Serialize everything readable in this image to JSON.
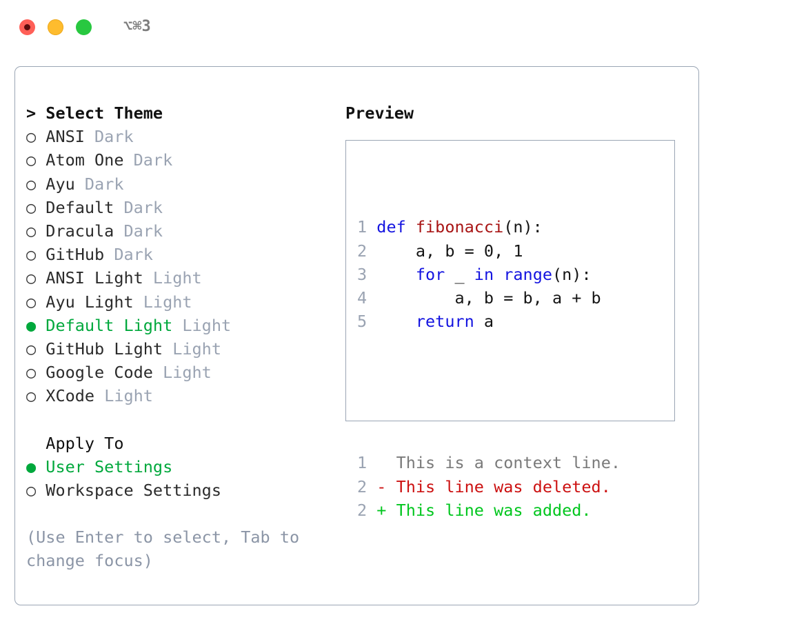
{
  "titlebar": {
    "shortcut": "⌥⌘3",
    "lights": [
      {
        "name": "close",
        "color": "#ff5f57"
      },
      {
        "name": "minimize",
        "color": "#febc2e"
      },
      {
        "name": "maximize",
        "color": "#28c840"
      }
    ]
  },
  "theme_section": {
    "header": "> Select Theme",
    "items": [
      {
        "marker": "○",
        "label": "ANSI",
        "suffix": "Dark",
        "selected": false
      },
      {
        "marker": "○",
        "label": "Atom One",
        "suffix": "Dark",
        "selected": false
      },
      {
        "marker": "○",
        "label": "Ayu",
        "suffix": "Dark",
        "selected": false
      },
      {
        "marker": "○",
        "label": "Default",
        "suffix": "Dark",
        "selected": false
      },
      {
        "marker": "○",
        "label": "Dracula",
        "suffix": "Dark",
        "selected": false
      },
      {
        "marker": "○",
        "label": "GitHub",
        "suffix": "Dark",
        "selected": false
      },
      {
        "marker": "○",
        "label": "ANSI Light",
        "suffix": "Light",
        "selected": false
      },
      {
        "marker": "○",
        "label": "Ayu Light",
        "suffix": "Light",
        "selected": false
      },
      {
        "marker": "●",
        "label": "Default Light",
        "suffix": "Light",
        "selected": true
      },
      {
        "marker": "○",
        "label": "GitHub Light",
        "suffix": "Light",
        "selected": false
      },
      {
        "marker": "○",
        "label": "Google Code",
        "suffix": "Light",
        "selected": false
      },
      {
        "marker": "○",
        "label": "XCode",
        "suffix": "Light",
        "selected": false
      }
    ]
  },
  "apply_section": {
    "header": "  Apply To",
    "items": [
      {
        "marker": "●",
        "label": "User Settings",
        "suffix": "",
        "selected": true
      },
      {
        "marker": "○",
        "label": "Workspace Settings",
        "suffix": "",
        "selected": false
      }
    ]
  },
  "hint": "(Use Enter to select, Tab to change focus)",
  "preview": {
    "title": "Preview",
    "code_lines": [
      {
        "num": "1",
        "tokens": [
          {
            "t": "def ",
            "c": "kw"
          },
          {
            "t": "fibonacci",
            "c": "fn"
          },
          {
            "t": "(n):",
            "c": "txt"
          }
        ]
      },
      {
        "num": "2",
        "tokens": [
          {
            "t": "    a, b = 0, 1",
            "c": "txt"
          }
        ]
      },
      {
        "num": "3",
        "tokens": [
          {
            "t": "    ",
            "c": "txt"
          },
          {
            "t": "for",
            "c": "kw"
          },
          {
            "t": " _ ",
            "c": "txt"
          },
          {
            "t": "in",
            "c": "kw"
          },
          {
            "t": " ",
            "c": "txt"
          },
          {
            "t": "range",
            "c": "kw"
          },
          {
            "t": "(n):",
            "c": "txt"
          }
        ]
      },
      {
        "num": "4",
        "tokens": [
          {
            "t": "        a, b = b, a + b",
            "c": "txt"
          }
        ]
      },
      {
        "num": "5",
        "tokens": [
          {
            "t": "    ",
            "c": "txt"
          },
          {
            "t": "return",
            "c": "kw"
          },
          {
            "t": " a",
            "c": "txt"
          }
        ]
      }
    ],
    "diff_lines": [
      {
        "num": "1",
        "tokens": [
          {
            "t": "  This is a context line.",
            "c": "ctx"
          }
        ]
      },
      {
        "num": "2",
        "tokens": [
          {
            "t": "- This line was deleted.",
            "c": "del"
          }
        ]
      },
      {
        "num": "2",
        "tokens": [
          {
            "t": "+ This line was added.",
            "c": "add"
          }
        ]
      }
    ]
  },
  "colors": {
    "accent_green": "#00a83c",
    "border": "#9aa5b4",
    "muted": "#9aa3b2",
    "hint": "#8b95a6",
    "keyword": "#1414e0",
    "function": "#a81414",
    "diff_add": "#00c61e",
    "diff_del": "#cc1111"
  }
}
